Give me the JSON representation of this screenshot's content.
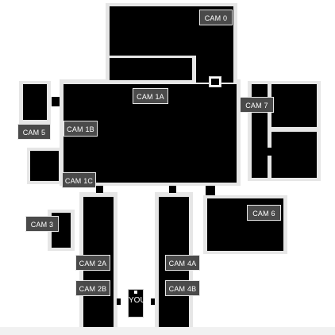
{
  "map": {
    "cameras": [
      {
        "id": "cam0",
        "label": "CAM 0"
      },
      {
        "id": "cam1a",
        "label": "CAM 1A"
      },
      {
        "id": "cam1b",
        "label": "CAM 1B"
      },
      {
        "id": "cam1c",
        "label": "CAM 1C"
      },
      {
        "id": "cam2a",
        "label": "CAM 2A"
      },
      {
        "id": "cam2b",
        "label": "CAM 2B"
      },
      {
        "id": "cam3",
        "label": "CAM 3"
      },
      {
        "id": "cam4a",
        "label": "CAM 4A"
      },
      {
        "id": "cam4b",
        "label": "CAM 4B"
      },
      {
        "id": "cam5",
        "label": "CAM 5"
      },
      {
        "id": "cam6",
        "label": "CAM 6"
      },
      {
        "id": "cam7",
        "label": "CAM 7"
      }
    ],
    "player_label": "YOU",
    "colors": {
      "room": "#000000",
      "wall": "#e6e6e6",
      "button": "#4a4a4a",
      "text": "#ffffff"
    }
  }
}
